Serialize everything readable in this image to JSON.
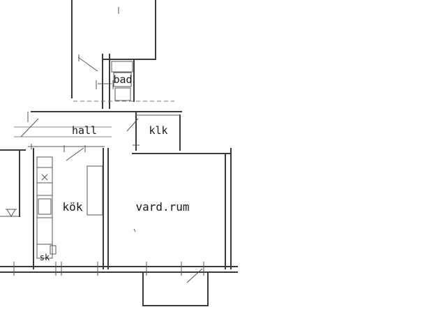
{
  "plan": {
    "rooms": [
      {
        "key": "bad",
        "label": "bad"
      },
      {
        "key": "hall",
        "label": "hall"
      },
      {
        "key": "klk",
        "label": "klk"
      },
      {
        "key": "kok",
        "label": "kök"
      },
      {
        "key": "vardrum",
        "label": "vard.rum"
      },
      {
        "key": "sk",
        "label": "sk"
      }
    ],
    "colors": {
      "line": "#3a3a3a",
      "text": "#1a1a1a",
      "background": "#ffffff"
    }
  }
}
